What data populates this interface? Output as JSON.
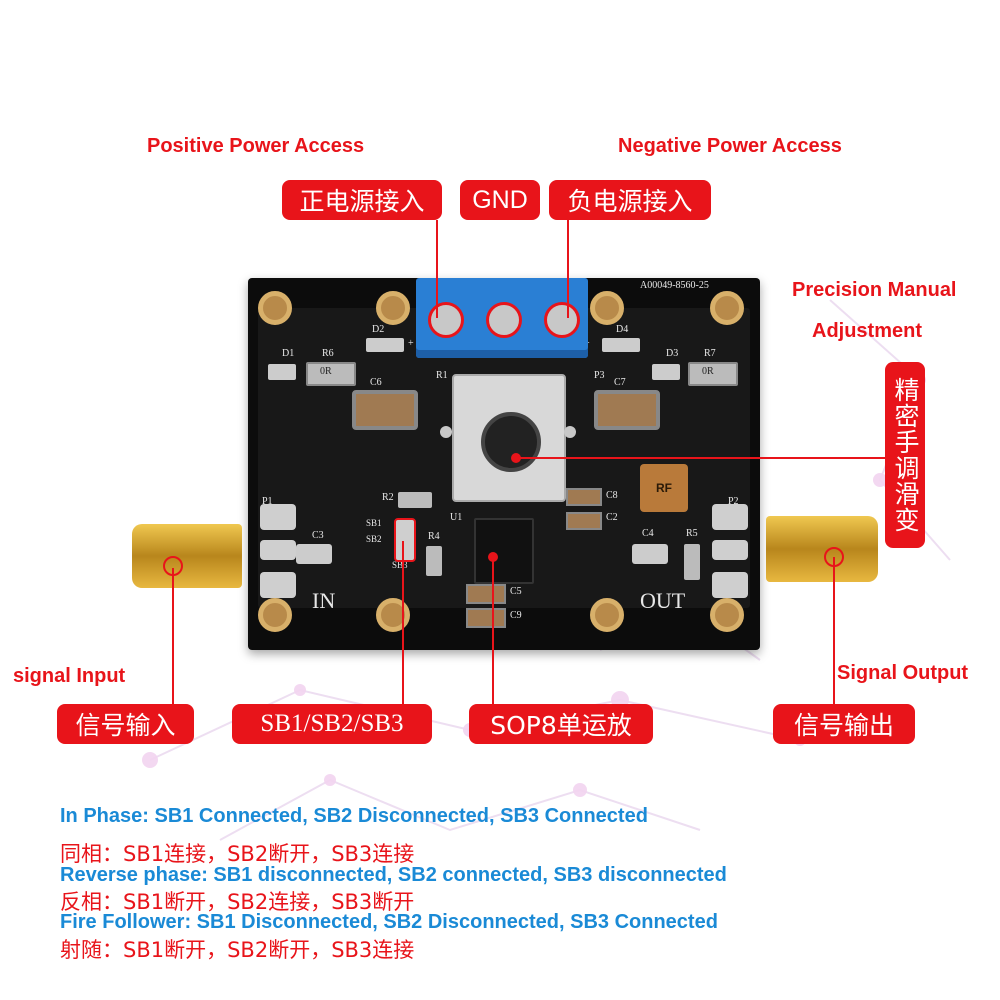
{
  "labels": {
    "positive_power_en": "Positive Power Access",
    "negative_power_en": "Negative Power Access",
    "positive_power_cn": "正电源接入",
    "gnd": "GND",
    "negative_power_cn": "负电源接入",
    "precision_en_1": "Precision Manual",
    "precision_en_2": "Adjustment",
    "precision_cn": "精密手调滑变",
    "signal_input_en": "signal Input",
    "signal_input_cn": "信号输入",
    "sb_switch": "SB1/SB2/SB3",
    "opamp": "SOP8单运放",
    "signal_output_en": "Signal Output",
    "signal_output_cn": "信号输出"
  },
  "board": {
    "code": "A00049-8560-25",
    "in_label": "IN",
    "out_label": "OUT",
    "components": {
      "d1": "D1",
      "d2": "D2",
      "d3": "D3",
      "d4": "D4",
      "r1": "R1",
      "r2": "R2",
      "r4": "R4",
      "r5": "R5",
      "r6": "R6",
      "r7": "R7",
      "c2": "C2",
      "c3": "C3",
      "c4": "C4",
      "c5": "C5",
      "c6": "C6",
      "c7": "C7",
      "c8": "C8",
      "c9": "C9",
      "p1": "P1",
      "p2": "P2",
      "p3": "P3",
      "u1": "U1",
      "sb1": "SB1",
      "sb2": "SB2",
      "sb3": "SB3",
      "rf": "RF",
      "plus": "+",
      "r6_val": "0R",
      "r7_val": "0R"
    }
  },
  "modes": [
    {
      "en": "In Phase: SB1 Connected, SB2 Disconnected, SB3 Connected",
      "cn": "同相：SB1连接，SB2断开，SB3连接"
    },
    {
      "en": "Reverse phase: SB1 disconnected, SB2 connected, SB3 disconnected",
      "cn": "反相：SB1断开，SB2连接，SB3断开"
    },
    {
      "en": "Fire Follower: SB1 Disconnected, SB2 Disconnected, SB3 Connected",
      "cn": "射随：SB1断开，SB2断开，SB3连接"
    }
  ],
  "colors": {
    "accent_red": "#e8141a",
    "mode_blue": "#1a8ad6",
    "pcb": "#0e0e0e",
    "terminal_blue": "#2a7fd4",
    "gold": "#d4a32a"
  }
}
